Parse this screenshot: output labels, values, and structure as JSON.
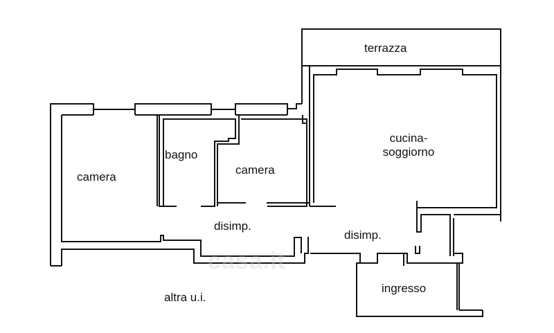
{
  "rooms": {
    "terrazza": "terrazza",
    "cucina_line1": "cucina-",
    "cucina_line2": "soggiorno",
    "bagno": "bagno",
    "camera_left": "camera",
    "camera_mid": "camera",
    "disimp_left": "disimp.",
    "disimp_right": "disimp.",
    "ingresso": "ingresso",
    "altra": "altra u.i."
  },
  "watermark": "casa.it",
  "colors": {
    "wall": "#111111",
    "background": "#ffffff"
  }
}
